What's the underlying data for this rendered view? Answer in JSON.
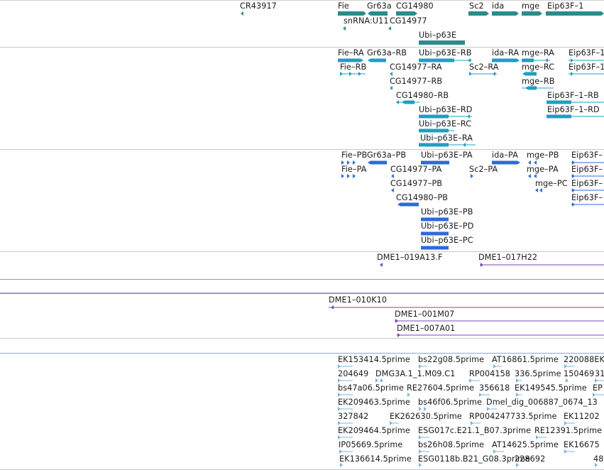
{
  "colors": {
    "gene": "#2a8c8c",
    "transcript": "#1ea0c0",
    "protein": "#2e6ad8",
    "clone": "#7a48b0",
    "est": "#7ab4e0",
    "divider": "#c8c8c8",
    "divider_est": "#70b8d0"
  },
  "tracks": {
    "genes": {
      "labels": [
        "CR43917",
        "Fie",
        "Gr63a",
        "CG14980",
        "Sc2",
        "ida",
        "mge",
        "Eip63F–1",
        "snRNA:U11",
        "CG14977",
        "Ubi–p63E"
      ]
    },
    "transcripts": {
      "labels": [
        "Fie–RA",
        "Gr63a–RB",
        "Ubi–p63E–RB",
        "ida–RA",
        "mge–RA",
        "Eip63F–1",
        "Fie–RB",
        "CG14977–RA",
        "Sc2–RA",
        "mge–RC",
        "Eip63F–1",
        "CG14977–RB",
        "mge–RB",
        "CG14980–RB",
        "Eip63F–1–RB",
        "Ubi–p63E–RD",
        "Eip63F–1–RD",
        "Ubi–p63E–RC",
        "Ubi–p63E–RA"
      ]
    },
    "proteins": {
      "labels": [
        "Fie–PB",
        "Gr63a–PB",
        "Ubi–p63E–PA",
        "ida–PA",
        "mge–PB",
        "Eip63F–",
        "Fie–PA",
        "CG14977–PA",
        "Sc2–PA",
        "mge–PA",
        "Eip63F–",
        "CG14977–PB",
        "mge–PC",
        "Eip63F–",
        "CG14980–PB",
        "Eip63F–",
        "Ubi–p63E–PB",
        "Ubi–p63E–PD",
        "Ubi–p63E–PC"
      ]
    },
    "clones_a": {
      "labels": [
        "DME1–019A13.F",
        "DME1–017H22"
      ]
    },
    "clones_b": {
      "labels": [
        "DME1–010K10",
        "DME1–001M07",
        "DME1–007A01"
      ]
    },
    "ests": {
      "labels": [
        "EK153414.5prime",
        "bs22g08.5prime",
        "AT16861.5prime",
        "220088EK",
        "204649",
        "DMG3A.1_1.M09.C1",
        "RP004158",
        "336.5prime",
        "150469",
        "31",
        "bs47a06.5prime",
        "RE27604.5prime",
        "356618",
        "EK149545.5prime",
        "EP",
        "EK209463.5prime",
        "bs46f06.5prime",
        "Dmel_dig_006887_0674_13",
        "327842",
        "EK262630.5prime",
        "RP004247733.5prime",
        "EK11202",
        "EK209464.5prime",
        "ESG017c.E21.1_B07.3prime",
        "RE12391.5prime",
        "IP05669.5prime",
        "bs26h08.5prime",
        "AT14625.5prime",
        "EK16675",
        "EK136614.5prime",
        "ESG0118b.B21_G08.3prime",
        "228692",
        "48"
      ]
    }
  }
}
